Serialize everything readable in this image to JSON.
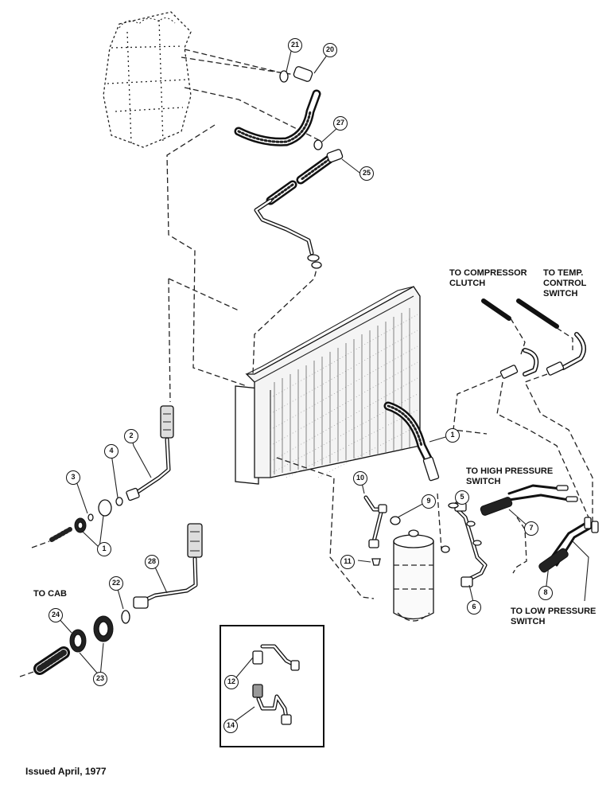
{
  "labels": {
    "to_compressor_clutch": [
      "TO COMPRESSOR",
      "CLUTCH"
    ],
    "to_temp_control_switch": [
      "TO TEMP.",
      "CONTROL",
      "SWITCH"
    ],
    "to_high_pressure_switch": [
      "TO HIGH PRESSURE",
      "SWITCH"
    ],
    "to_low_pressure_switch": [
      "TO LOW PRESSURE",
      "SWITCH"
    ],
    "to_cab": "TO CAB"
  },
  "callouts": [
    "21",
    "20",
    "27",
    "25",
    "1",
    "2",
    "4",
    "3",
    "1",
    "10",
    "9",
    "5",
    "7",
    "11",
    "6",
    "8",
    "22",
    "28",
    "24",
    "23",
    "12",
    "14"
  ],
  "footer": "Issued April, 1977"
}
